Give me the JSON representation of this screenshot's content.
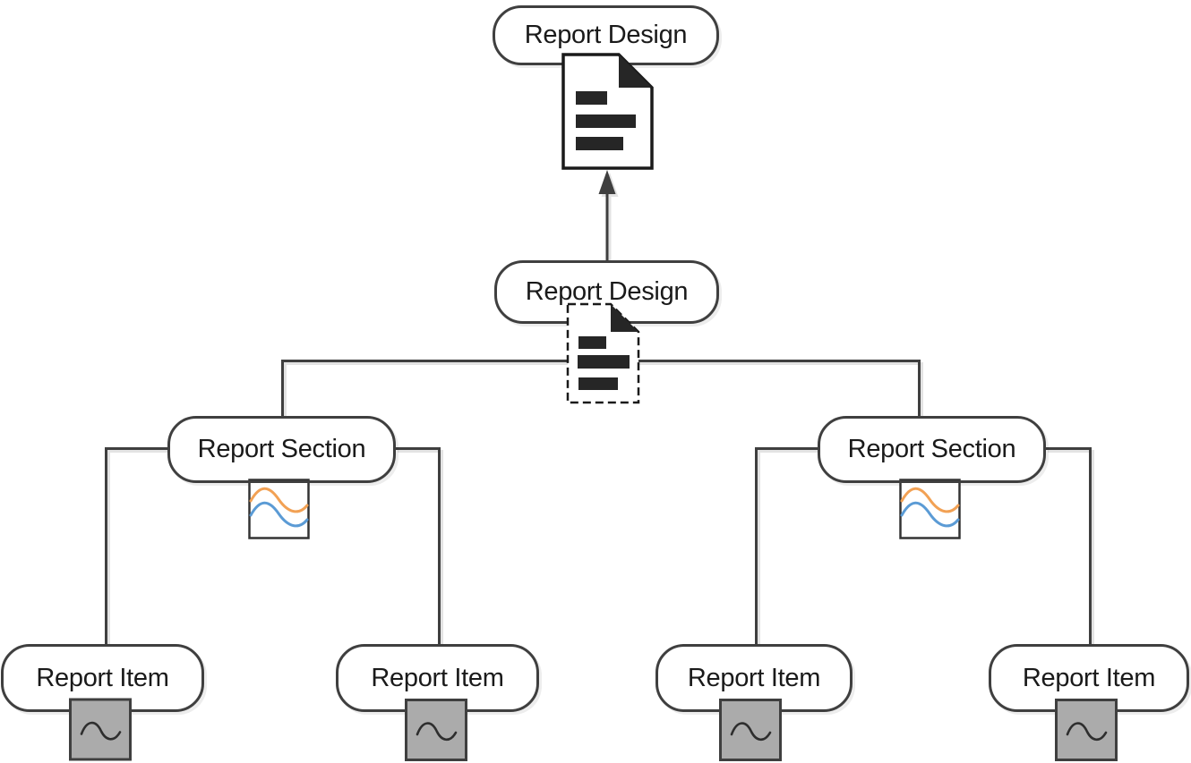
{
  "diagram": {
    "nodes": {
      "report_design_top": {
        "label": "Report Design",
        "icon": "document-icon"
      },
      "report_design_child": {
        "label": "Report Design",
        "icon": "document-dashed-icon"
      },
      "report_section_left": {
        "label": "Report Section",
        "icon": "line-chart-icon"
      },
      "report_section_right": {
        "label": "Report Section",
        "icon": "line-chart-icon"
      },
      "report_item_1": {
        "label": "Report Item",
        "icon": "sine-wave-icon"
      },
      "report_item_2": {
        "label": "Report Item",
        "icon": "sine-wave-icon"
      },
      "report_item_3": {
        "label": "Report Item",
        "icon": "sine-wave-icon"
      },
      "report_item_4": {
        "label": "Report Item",
        "icon": "sine-wave-icon"
      }
    },
    "edges": [
      {
        "from": "report_design_child",
        "to": "report_design_top",
        "type": "arrow"
      },
      {
        "from": "report_design_child",
        "to": "report_section_left",
        "type": "elbow"
      },
      {
        "from": "report_design_child",
        "to": "report_section_right",
        "type": "elbow"
      },
      {
        "from": "report_section_left",
        "to": "report_item_1",
        "type": "elbow"
      },
      {
        "from": "report_section_left",
        "to": "report_item_2",
        "type": "elbow"
      },
      {
        "from": "report_section_right",
        "to": "report_item_3",
        "type": "elbow"
      },
      {
        "from": "report_section_right",
        "to": "report_item_4",
        "type": "elbow"
      }
    ],
    "colors": {
      "node_border": "#3f3f3f",
      "node_fill": "#ffffff",
      "text": "#1a1a1a",
      "connector": "#3f3f3f",
      "connector_shadow": "#e3e3e3",
      "doc_ink": "#262626",
      "wave_orange": "#f2a154",
      "wave_blue": "#5b9bd5",
      "item_icon_fill": "#ababab",
      "icon_stroke": "#333333"
    }
  }
}
